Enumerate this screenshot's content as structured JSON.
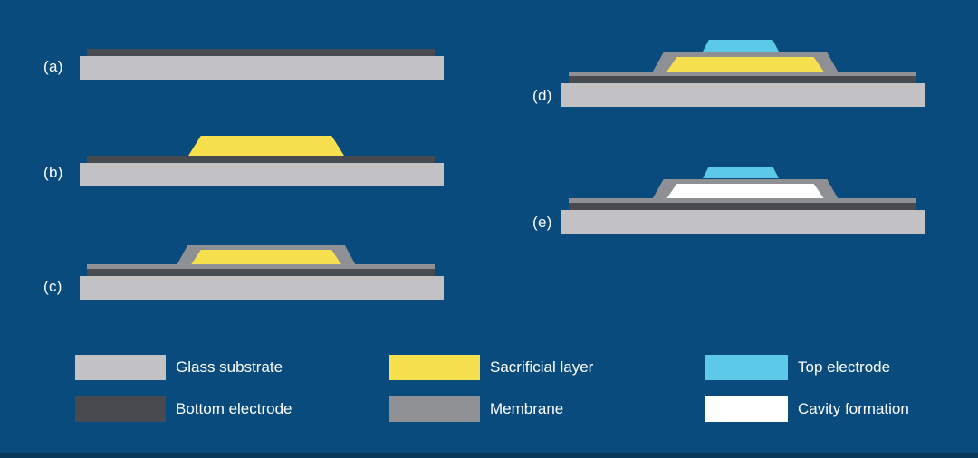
{
  "colors": {
    "background": "#0a4b7e",
    "footer": "#07395c",
    "text": "#ffffff",
    "glass_substrate": "#c2c2c4",
    "bottom_electrode": "#474b50",
    "sacrificial_layer": "#f6e04e",
    "membrane": "#8e9094",
    "top_electrode": "#5cc9e8",
    "cavity_formation": "#ffffff"
  },
  "panels": [
    {
      "label": "(a)"
    },
    {
      "label": "(b)"
    },
    {
      "label": "(c)"
    },
    {
      "label": "(d)"
    },
    {
      "label": "(e)"
    }
  ],
  "legend": [
    {
      "label": "Glass substrate"
    },
    {
      "label": "Bottom electrode"
    },
    {
      "label": "Sacrificial layer"
    },
    {
      "label": "Membrane"
    },
    {
      "label": "Top electrode"
    },
    {
      "label": "Cavity formation"
    }
  ]
}
